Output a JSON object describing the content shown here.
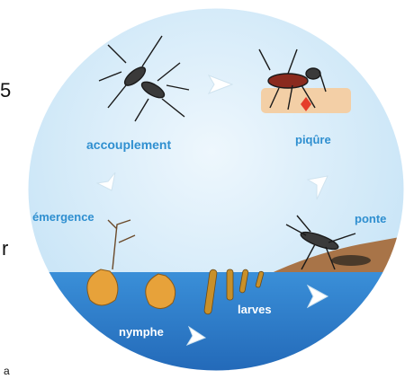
{
  "stages": {
    "accouplement": "accouplement",
    "piqure": "piqûre",
    "ponte": "ponte",
    "larves": "larves",
    "nymphe": "nymphe",
    "emergence": "émergence"
  },
  "edge_text": {
    "top": "5",
    "middle": "r",
    "bottom": "a"
  },
  "colors": {
    "label_blue": "#2f8fd0",
    "label_white": "#ffffff",
    "water": "#2f7fd0",
    "sky": "#d8ecf8",
    "ground": "#a87448",
    "skin": "#f3cfa6",
    "circle_border": "#ffffff"
  },
  "icons": [
    "cycle-arrow-icon",
    "mosquito-icon",
    "larva-icon",
    "pupa-icon",
    "egg-raft-icon"
  ]
}
